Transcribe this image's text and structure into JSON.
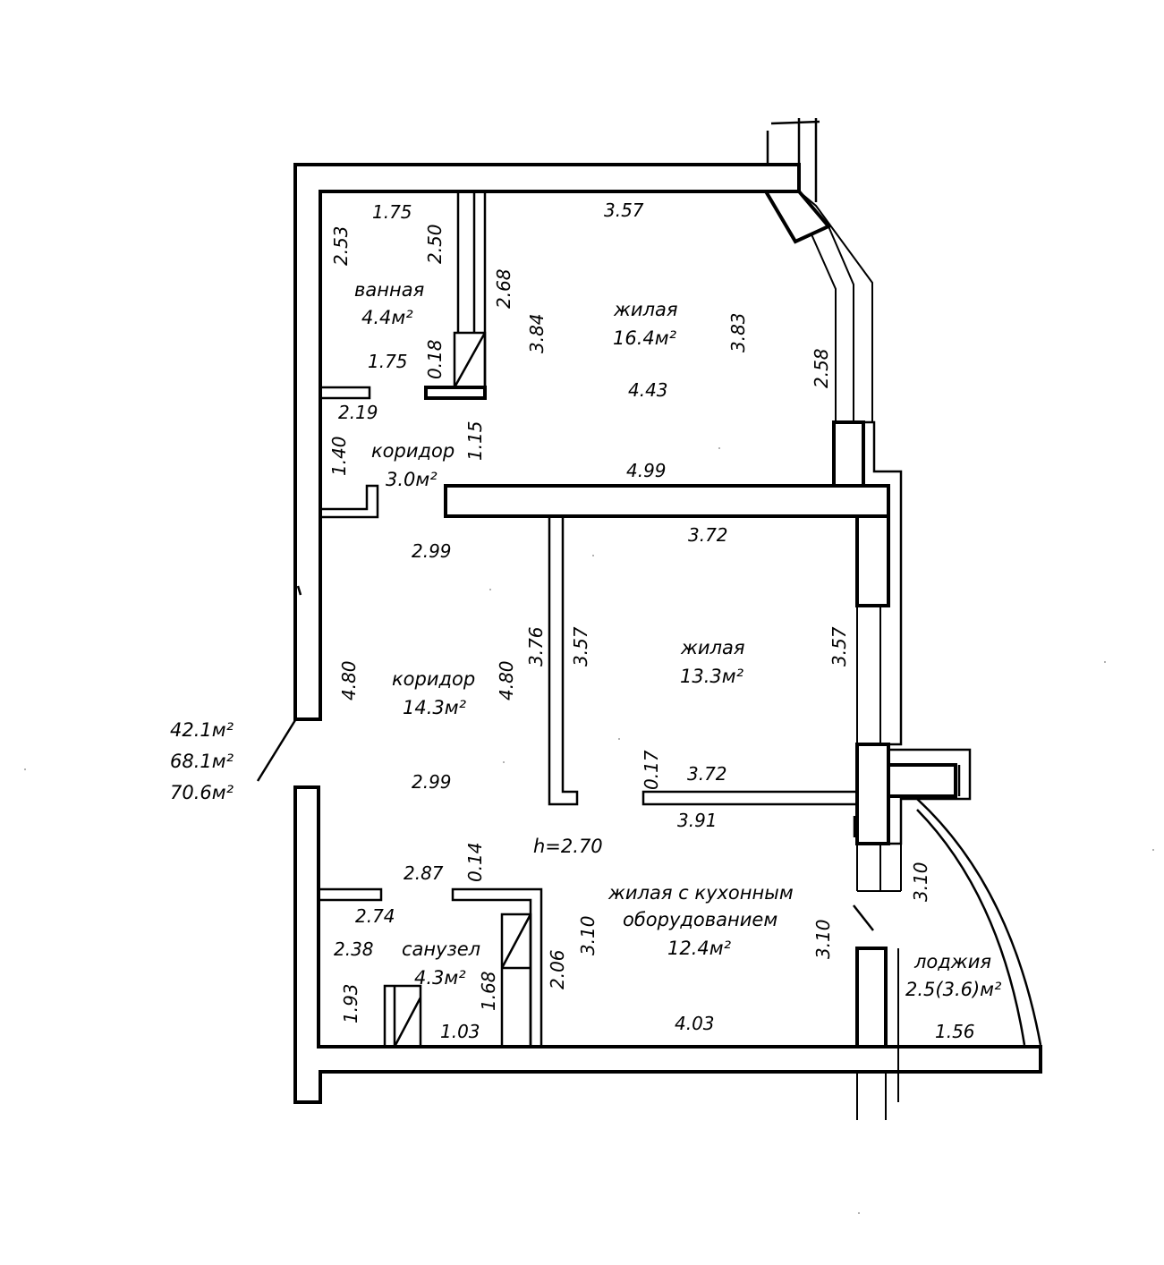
{
  "rooms": {
    "bathroom": {
      "name": "ванная",
      "area": "4.4м²"
    },
    "living_top": {
      "name": "жилая",
      "area": "16.4м²"
    },
    "corridor_small": {
      "name": "коридор",
      "area": "3.0м²"
    },
    "corridor_large": {
      "name": "коридор",
      "area": "14.3м²"
    },
    "living_mid": {
      "name": "жилая",
      "area": "13.3м²"
    },
    "kitchen_living": {
      "name_line1": "жилая с кухонным",
      "name_line2": "оборудованием",
      "area": "12.4м²"
    },
    "toilet": {
      "name": "санузел",
      "area": "4.3м²"
    },
    "loggia": {
      "name": "лоджия",
      "area": "2.5(3.6)м²"
    }
  },
  "totals": [
    "42.1м²",
    "68.1м²",
    "70.6м²"
  ],
  "ceiling_height": "h=2.70",
  "dimensions": {
    "bath_top": "1.75",
    "bath_left": "2.53",
    "bath_right": "2.50",
    "bath_bottom": "1.75",
    "shaft": "2.68",
    "duct": "0.18",
    "liv1_top": "3.57",
    "liv1_left": "3.84",
    "liv1_right": "3.83",
    "liv1_bottom": "4.43",
    "liv1_window": "2.58",
    "cor1_top": "2.19",
    "cor1_left": "1.40",
    "cor1_right": "1.15",
    "wall_top": "4.99",
    "liv2_top": "3.72",
    "cor2_top": "2.99",
    "cor2_left": "4.80",
    "cor2_right": "4.80",
    "cor2_bottom": "2.99",
    "liv2_left_out": "3.76",
    "liv2_left": "3.57",
    "liv2_right": "3.57",
    "liv2_wall": "0.17",
    "liv2_bottom": "3.72",
    "kit_top": "3.91",
    "toilet_top": "2.74",
    "toilet_left": "2.38",
    "toilet_left2": "1.93",
    "toilet_bottom": "1.03",
    "toilet_right": "1.68",
    "kit_corner": "2.87",
    "kit_wall": "0.14",
    "kit_left": "2.06",
    "kit_left2": "3.10",
    "kit_right": "3.10",
    "kit_bottom": "4.03",
    "loggia_side": "3.10",
    "loggia_bottom": "1.56"
  }
}
